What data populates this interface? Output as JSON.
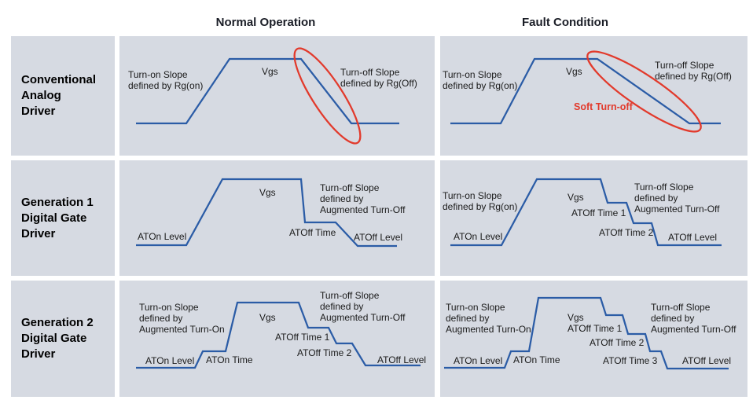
{
  "colors": {
    "cell_bg": "#d6dae2",
    "line": "#2b5ca6",
    "red": "#e23a2c",
    "text": "#1b1b1b"
  },
  "headers": {
    "normal": "Normal Operation",
    "fault": "Fault Condition"
  },
  "rows": [
    {
      "label": {
        "line1": "Conventional",
        "line2": "Analog",
        "line3": "Driver"
      },
      "normal": {
        "turn_on_1": "Turn-on Slope",
        "turn_on_2": "defined by Rg(on)",
        "vgs": "Vgs",
        "turn_off_1": "Turn-off Slope",
        "turn_off_2": "defined by Rg(Off)"
      },
      "fault": {
        "turn_on_1": "Turn-on Slope",
        "turn_on_2": "defined by Rg(on)",
        "vgs": "Vgs",
        "soft": "Soft Turn-off",
        "turn_off_1": "Turn-off Slope",
        "turn_off_2": "defined by Rg(Off)"
      }
    },
    {
      "label": {
        "line1": "Generation 1",
        "line2": "Digital Gate",
        "line3": "Driver"
      },
      "normal": {
        "aton_level": "ATOn Level",
        "vgs": "Vgs",
        "atoff_time": "ATOff Time",
        "turn_off_1": "Turn-off Slope",
        "turn_off_2": "defined by",
        "turn_off_3": "Augmented Turn-Off",
        "atoff_level": "ATOff Level"
      },
      "fault": {
        "turn_on_1": "Turn-on Slope",
        "turn_on_2": "defined by Rg(on)",
        "aton_level": "ATOn Level",
        "vgs": "Vgs",
        "atoff_time1": "ATOff Time 1",
        "atoff_time2": "ATOff Time 2",
        "turn_off_1": "Turn-off Slope",
        "turn_off_2": "defined by",
        "turn_off_3": "Augmented Turn-Off",
        "atoff_level": "ATOff Level"
      }
    },
    {
      "label": {
        "line1": "Generation 2",
        "line2": "Digital Gate",
        "line3": "Driver"
      },
      "normal": {
        "turn_on_1": "Turn-on Slope",
        "turn_on_2": "defined by",
        "turn_on_3": "Augmented Turn-On",
        "aton_level": "ATOn Level",
        "aton_time": "ATOn Time",
        "vgs": "Vgs",
        "atoff_time1": "ATOff Time 1",
        "atoff_time2": "ATOff Time 2",
        "turn_off_1": "Turn-off Slope",
        "turn_off_2": "defined by",
        "turn_off_3": "Augmented Turn-Off",
        "atoff_level": "ATOff Level"
      },
      "fault": {
        "turn_on_1": "Turn-on Slope",
        "turn_on_2": "defined by",
        "turn_on_3": "Augmented Turn-On",
        "aton_level": "ATOn Level",
        "aton_time": "ATOn Time",
        "vgs": "Vgs",
        "atoff_time1": "ATOff Time 1",
        "atoff_time2": "ATOff Time 2",
        "atoff_time3": "ATOff Time 3",
        "turn_off_1": "Turn-off Slope",
        "turn_off_2": "defined by",
        "turn_off_3": "Augmented Turn-Off",
        "atoff_level": "ATOff Level"
      }
    }
  ]
}
